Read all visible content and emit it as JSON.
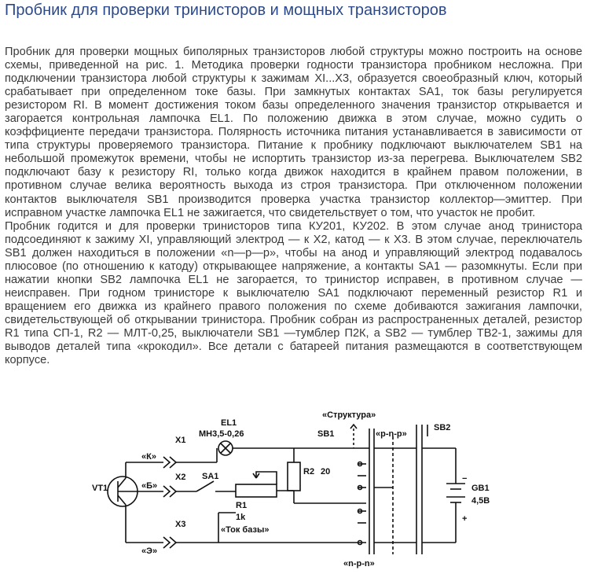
{
  "title": "Пробник для проверки тринисторов и мощных транзисторов",
  "paragraphs": [
    "Пробник для проверки мощных биполярных транзисторов любой структуры можно построить на основе схемы, приведенной на рис. 1. Методика проверки годности транзистора пробником несложна. При подключении транзистора любой структуры к зажимам XI...X3, образуется своеобразный ключ, который срабатывает при определенном токе базы. При замкнутых контактах SA1, ток базы регулируется резистором RI. В момент достижения током базы определенного значения транзистор открывается и загорается контрольная лампочка EL1. По положению движка в этом случае, можно судить о коэффициенте передачи транзистора. Полярность источника питания устанавливается в зависимости от типа структуры проверяемого транзистора. Питание к пробнику подключают выключателем SB1 на небольшой промежуток времени, чтобы не испортить транзистор из-за перегрева. Выключателем SB2 подключают базу к резистору RI, только когда движок находится в крайнем правом положении, в противном случае велика вероятность выхода из строя транзистора. При отключенном положении контактов выключателя SB1 производится проверка участка транзистор коллектор—эмиттер. При исправном участке лампочка EL1 не зажигается, что свидетельствует о том, что участок не пробит.",
    "Пробник годится и для проверки тринисторов типа КУ201, КУ202. В этом случае анод тринистора подсоединяют к зажиму XI, управляющий электрод — к X2, катод — к X3. В этом случае, переключатель SB1 должен находиться в положении «n—p—p», чтобы на анод и управляющий электрод подавалось плюсовое (по отношению к катоду) открывающее напряжение, а контакты SA1 — разомкнуты. Если при нажатии кнопки SB2 лампочка EL1 не загорается, то тринистор исправен, в противном случае — неисправен. При годном тринисторе к выключателю SA1 подключают переменный резистор R1 и вращением его движка из крайнего правого положения по схеме добиваются зажигания лампочки, свидетельствующей об открывании тринистора. Пробник собран из распространенных деталей, резистор R1 типа СП-1, R2 — МЛТ-0,25, выключатели SB1 —тумблер П2К, а SB2 — тумблер ТВ2-1, зажимы для выводов деталей типа «крокодил». Все детали с батареей питания размещаются в соответствующем корпусе."
  ],
  "schematic": {
    "vt1": "VT1",
    "x1": "X1",
    "x2": "X2",
    "x3": "X3",
    "k": "«К»",
    "b": "«Б»",
    "e": "«Э»",
    "el1": "EL1",
    "lamp": "МН3,5-0,26",
    "sa1": "SA1",
    "r2": "R2",
    "r2_val": "20",
    "r1": "R1",
    "r1_val": "1k",
    "r1_desc": "«Ток базы»",
    "struct": "«Структура»",
    "sb1": "SB1",
    "pnp": "«р-n-р»",
    "npn": "«n-р-n»",
    "sb2": "SB2",
    "gb1": "GB1",
    "gb1_val": "4,5В",
    "plus": "+",
    "minus": "−"
  }
}
